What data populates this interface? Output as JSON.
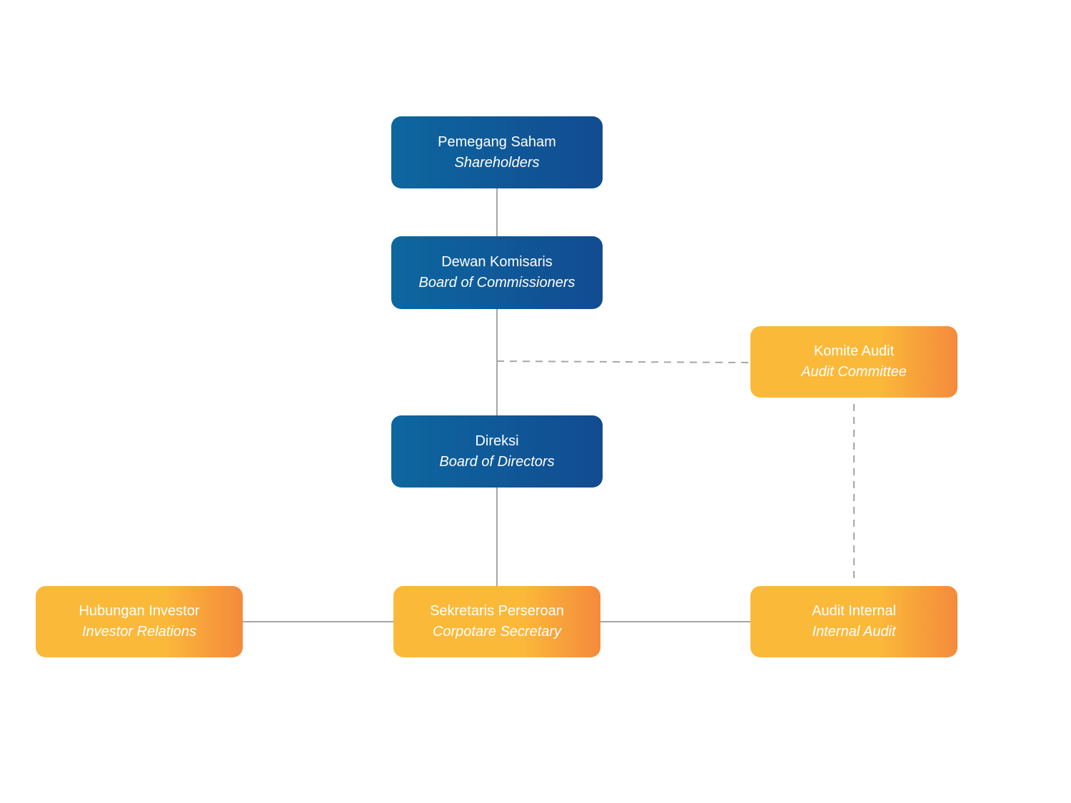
{
  "colors": {
    "primary_blue_start": "#0d679f",
    "primary_blue_end": "#124b91",
    "accent_orange": "#fbb93a",
    "accent_orange_end": "#f48a3c",
    "connector_line": "#a6a6a6",
    "text": "#ffffff"
  },
  "nodes": {
    "shareholders": {
      "title": "Pemegang Saham",
      "subtitle": "Shareholders"
    },
    "commissioners": {
      "title": "Dewan Komisaris",
      "subtitle": "Board of Commissioners"
    },
    "audit_committee": {
      "title": "Komite Audit",
      "subtitle": "Audit Committee"
    },
    "directors": {
      "title": "Direksi",
      "subtitle": "Board of Directors"
    },
    "investor_relations": {
      "title": "Hubungan Investor",
      "subtitle": "Investor Relations"
    },
    "corporate_secretary": {
      "title": "Sekretaris Perseroan",
      "subtitle": "Corpotare Secretary"
    },
    "internal_audit": {
      "title": "Audit Internal",
      "subtitle": "Internal Audit"
    }
  },
  "connections": [
    {
      "from": "shareholders",
      "to": "commissioners",
      "style": "solid"
    },
    {
      "from": "commissioners",
      "to": "directors",
      "style": "solid"
    },
    {
      "from": "commissioners",
      "to": "audit_committee",
      "style": "dashed"
    },
    {
      "from": "directors",
      "to": "corporate_secretary",
      "style": "solid"
    },
    {
      "from": "corporate_secretary",
      "to": "investor_relations",
      "style": "solid"
    },
    {
      "from": "corporate_secretary",
      "to": "internal_audit",
      "style": "solid"
    },
    {
      "from": "audit_committee",
      "to": "internal_audit",
      "style": "dashed"
    }
  ]
}
